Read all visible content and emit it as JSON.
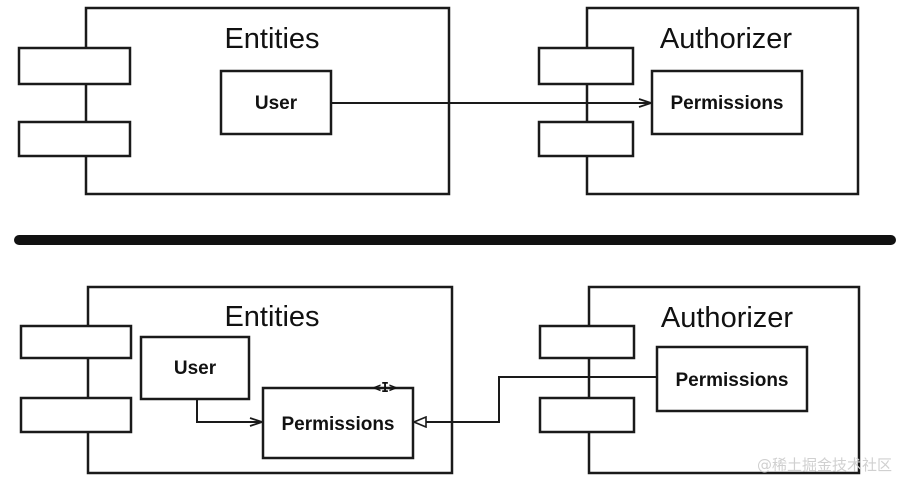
{
  "top": {
    "entities": {
      "title": "Entities",
      "user": "User"
    },
    "authorizer": {
      "title": "Authorizer",
      "permissions": "Permissions"
    }
  },
  "bottom": {
    "entities": {
      "title": "Entities",
      "user": "User",
      "permissions": "Permissions",
      "stereotype": "<I>"
    },
    "authorizer": {
      "title": "Authorizer",
      "permissions": "Permissions"
    }
  },
  "watermark": "@稀土掘金技术社区",
  "colors": {
    "stroke": "#1a1a1a",
    "background": "#ffffff",
    "watermark": "#d0d0d0"
  }
}
